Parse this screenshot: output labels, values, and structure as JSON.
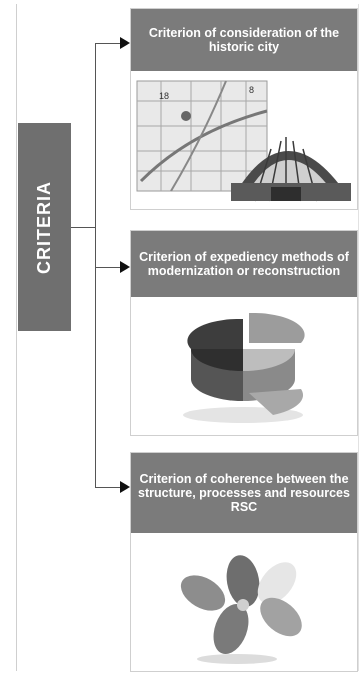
{
  "criteria_label": "CRITERIA",
  "cards": [
    {
      "title": "Criterion of consideration of the historic city",
      "image": {
        "icon": "historic-map-and-station-image",
        "map_labels": [
          "18",
          "8"
        ]
      }
    },
    {
      "title": "Criterion of expediency methods of modernization or reconstruction",
      "image": {
        "icon": "3d-pie-chart-image"
      }
    },
    {
      "title": "Criterion of coherence between the structure, processes and resources RSC",
      "image": {
        "icon": "petal-flower-diagram-image"
      }
    }
  ],
  "colors": {
    "header": "#7b7b7b",
    "criteria_box": "#6f6f6f",
    "connector": "#555555",
    "arrow": "#111111"
  }
}
